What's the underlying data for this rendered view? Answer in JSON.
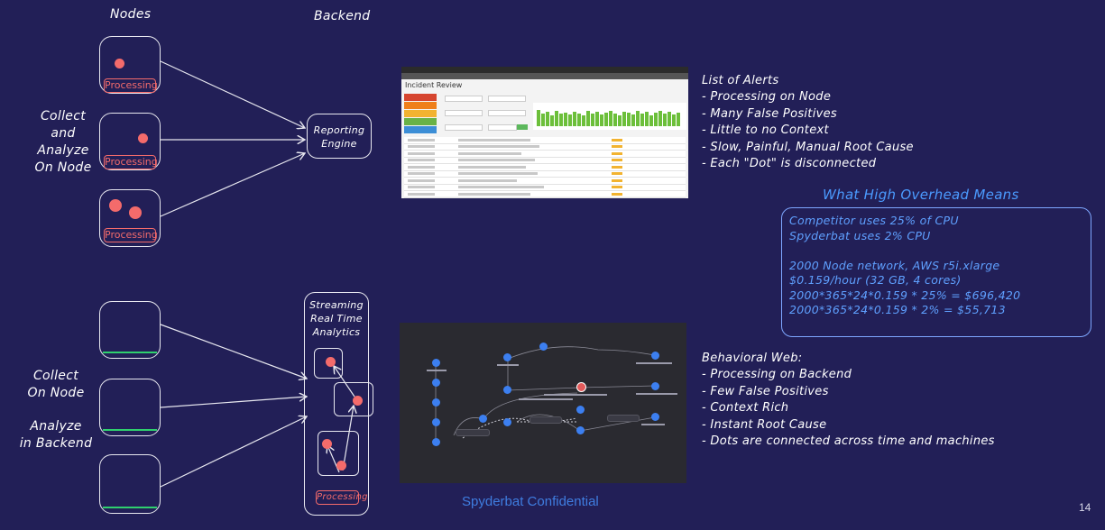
{
  "headers": {
    "nodes": "Nodes",
    "backend": "Backend"
  },
  "top_section": {
    "side_label_lines": [
      "Collect",
      "and",
      "Analyze",
      "On Node"
    ],
    "processing_label": "Processing",
    "engine_lines": [
      "Reporting",
      "Engine"
    ]
  },
  "bottom_section": {
    "side_label_lines_a": [
      "Collect",
      "On Node"
    ],
    "side_label_lines_b": [
      "Analyze",
      "in Backend"
    ],
    "engine_lines": [
      "Streaming",
      "Real Time",
      "Analytics"
    ],
    "processing_label": "Processing"
  },
  "alerts_list": {
    "title": "List of Alerts",
    "items": [
      "- Processing on Node",
      "- Many False Positives",
      "- Little to no Context",
      "- Slow, Painful, Manual Root Cause",
      "- Each \"Dot\" is disconnected"
    ]
  },
  "overhead": {
    "title": "What High Overhead Means",
    "lines": [
      "Competitor uses 25% of CPU",
      "Spyderbat uses 2% CPU",
      "",
      "2000 Node network, AWS r5i.xlarge",
      "$0.159/hour (32 GB, 4 cores)",
      "2000*365*24*0.159 * 25% = $696,420",
      "2000*365*24*0.159 *  2% =     $55,713"
    ]
  },
  "behavioral": {
    "title": "Behavioral Web:",
    "items": [
      "- Processing on Backend",
      "- Few False Positives",
      "- Context Rich",
      "- Instant Root Cause",
      "- Dots are connected across time and machines"
    ]
  },
  "screenshot1": {
    "page_title": "Incident Review",
    "severity_colors": [
      "#d6452f",
      "#ef7f1a",
      "#f2b330",
      "#68b246",
      "#3c8ed6"
    ]
  },
  "footer": {
    "text": "Spyderbat Confidential",
    "page_number": "14"
  },
  "colors": {
    "background": "#221f57",
    "accent_red": "#f46b6b",
    "accent_blue": "#4b9bff",
    "accent_green": "#2fd06e"
  }
}
